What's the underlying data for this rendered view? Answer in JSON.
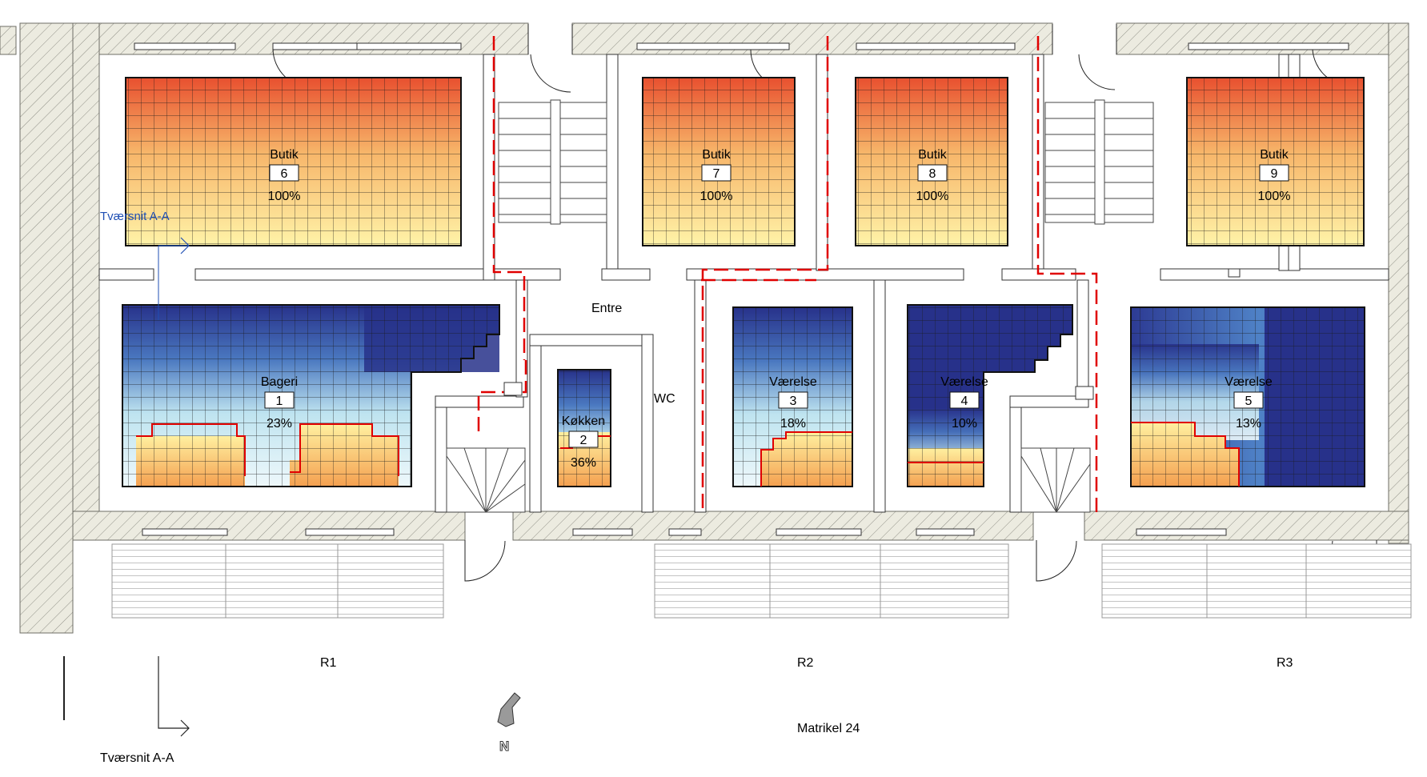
{
  "section_label": "Tværsnit A-A",
  "rooms": [
    {
      "name": "Butik",
      "number": "6",
      "percent": "100%",
      "scale": "warm"
    },
    {
      "name": "Butik",
      "number": "7",
      "percent": "100%",
      "scale": "warm"
    },
    {
      "name": "Butik",
      "number": "8",
      "percent": "100%",
      "scale": "warm"
    },
    {
      "name": "Butik",
      "number": "9",
      "percent": "100%",
      "scale": "warm"
    },
    {
      "name": "Bageri",
      "number": "1",
      "percent": "23%",
      "scale": "mixed"
    },
    {
      "name": "Køkken",
      "number": "2",
      "percent": "36%",
      "scale": "mixed"
    },
    {
      "name": "Værelse",
      "number": "3",
      "percent": "18%",
      "scale": "mixed"
    },
    {
      "name": "Værelse",
      "number": "4",
      "percent": "10%",
      "scale": "mixed"
    },
    {
      "name": "Værelse",
      "number": "5",
      "percent": "13%",
      "scale": "mixed"
    }
  ],
  "labels": {
    "entre": "Entre",
    "wc": "WC",
    "r1": "R1",
    "r2": "R2",
    "r3": "R3",
    "matrikel": "Matrikel 24",
    "north": "N"
  },
  "colors": {
    "warm_top": "#e8502f",
    "warm_bottom": "#fff3a8",
    "cool_top": "#27318a",
    "cool_mid": "#bfe4f0",
    "wall_fill": "#ecebe0",
    "red_line": "#e00000",
    "section_blue": "#1f4fb4"
  }
}
